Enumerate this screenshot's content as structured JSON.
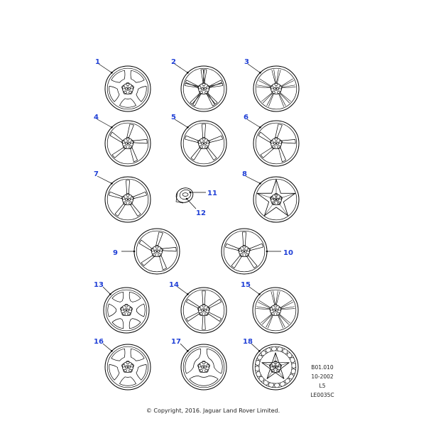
{
  "callouts": [
    "1",
    "2",
    "3",
    "4",
    "5",
    "6",
    "7",
    "8",
    "9",
    "10",
    "11",
    "12",
    "13",
    "14",
    "15",
    "16",
    "17",
    "18"
  ],
  "reference": {
    "code": "B01.010",
    "date": "10-2002",
    "model": "L5",
    "illustration": "LE0035C"
  },
  "copyright": "© Copyright, 2016. Jaguar Land Rover Limited.",
  "colors": {
    "callout": "#1f3fd6",
    "line": "#000000"
  },
  "wheels": [
    {
      "callout": "1",
      "style": "5-slot"
    },
    {
      "callout": "2",
      "style": "10-spoke"
    },
    {
      "callout": "3",
      "style": "5-split-spoke"
    },
    {
      "callout": "4",
      "style": "5-curved-spoke"
    },
    {
      "callout": "5",
      "style": "5-spoke"
    },
    {
      "callout": "6",
      "style": "5-curved-spoke"
    },
    {
      "callout": "7",
      "style": "5-spoke"
    },
    {
      "callout": "8",
      "style": "5-star"
    },
    {
      "callout": "9",
      "style": "5-curved-spoke"
    },
    {
      "callout": "10",
      "style": "5-spoke"
    },
    {
      "callout": "11",
      "style": "centre-cap"
    },
    {
      "callout": "13",
      "style": "slots"
    },
    {
      "callout": "14",
      "style": "6-spoke"
    },
    {
      "callout": "15",
      "style": "5-split-spoke"
    },
    {
      "callout": "16",
      "style": "5-slot"
    },
    {
      "callout": "17",
      "style": "3-segment"
    },
    {
      "callout": "18",
      "style": "multi-spoke"
    }
  ]
}
